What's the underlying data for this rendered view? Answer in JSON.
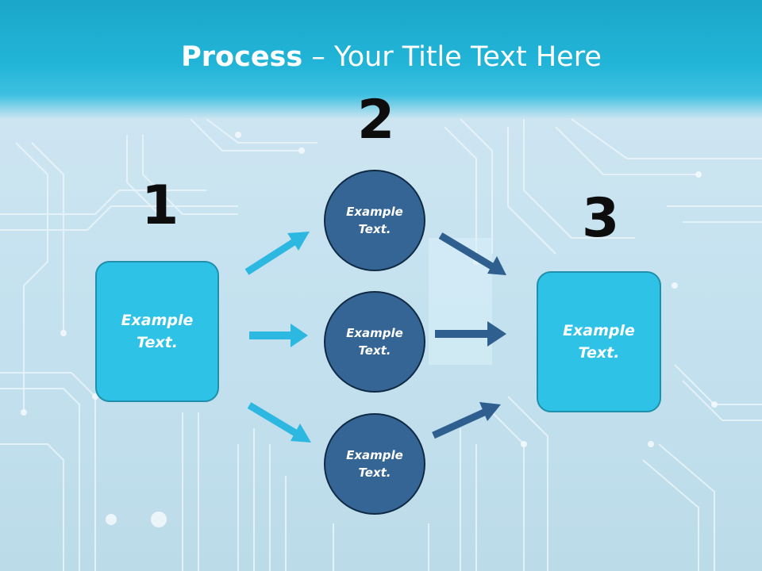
{
  "title": {
    "bold": "Process",
    "rest": " – Your Title Text Here"
  },
  "steps": {
    "one": "1",
    "two": "2",
    "three": "3"
  },
  "left_box": {
    "line1": "Example",
    "line2": "Text."
  },
  "circles": [
    {
      "line1": "Example",
      "line2": "Text."
    },
    {
      "line1": "Example",
      "line2": "Text."
    },
    {
      "line1": "Example",
      "line2": "Text."
    }
  ],
  "right_box": {
    "line1": "Example",
    "line2": "Text."
  },
  "colors": {
    "title_band": "#22b5d8",
    "box_fill": "#2ec3e6",
    "circle_fill": "#356594",
    "arrow_light": "#2cb8e0",
    "arrow_dark": "#2f5f8e"
  }
}
